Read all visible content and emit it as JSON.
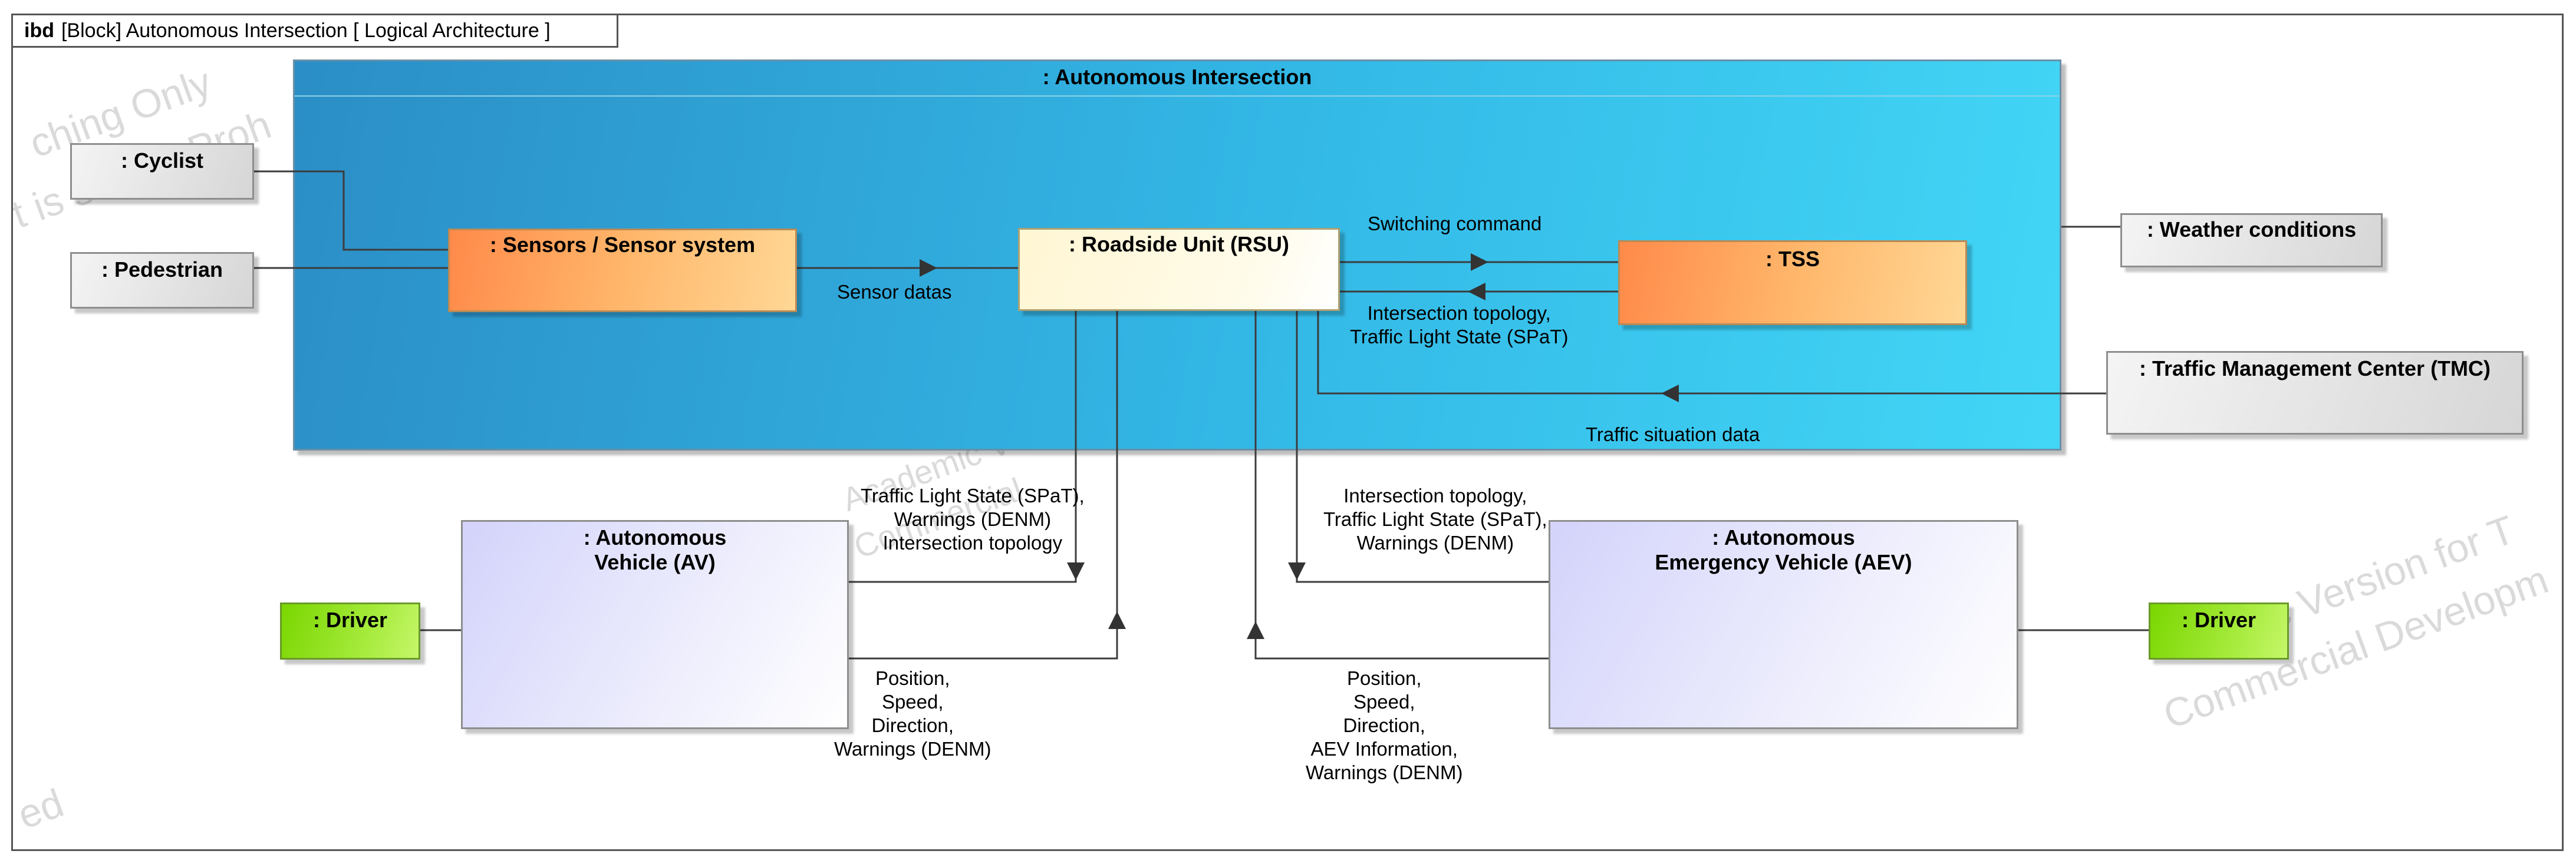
{
  "frame": {
    "keyword": "ibd",
    "title": "[Block] Autonomous Intersection [ Logical Architecture ]"
  },
  "container": {
    "title": ": Autonomous Intersection"
  },
  "blocks": {
    "cyclist": ": Cyclist",
    "pedestrian": ": Pedestrian",
    "sensors": ": Sensors / Sensor system",
    "rsu": ": Roadside Unit (RSU)",
    "tss": ": TSS",
    "weather": ": Weather conditions",
    "tmc": ": Traffic Management Center (TMC)",
    "av_line1": ": Autonomous",
    "av_line2": "Vehicle (AV)",
    "aev_line1": ": Autonomous",
    "aev_line2": "Emergency Vehicle (AEV)",
    "driver_left": ": Driver",
    "driver_right": ": Driver"
  },
  "connectors": {
    "sensor_datas": "Sensor datas",
    "switching_command": "Switching command",
    "tss_to_rsu": [
      "Intersection topology,",
      "Traffic Light State (SPaT)"
    ],
    "traffic_situation": "Traffic situation data",
    "rsu_to_av": [
      "Traffic Light State (SPaT),",
      "Warnings (DENM)",
      "Intersection topology"
    ],
    "av_to_rsu": [
      "Position,",
      "Speed,",
      "Direction,",
      "Warnings (DENM)"
    ],
    "rsu_to_aev": [
      "Intersection topology,",
      "Traffic Light State (SPaT),",
      "Warnings (DENM)"
    ],
    "aev_to_rsu": [
      "Position,",
      "Speed,",
      "Direction,",
      "AEV Information,",
      "Warnings (DENM)"
    ]
  },
  "watermark": [
    "ching Only",
    "t is strictly Proh",
    "Academic Version",
    "Commercial",
    "demic Version for T",
    "Commercial Developm",
    "ed"
  ]
}
